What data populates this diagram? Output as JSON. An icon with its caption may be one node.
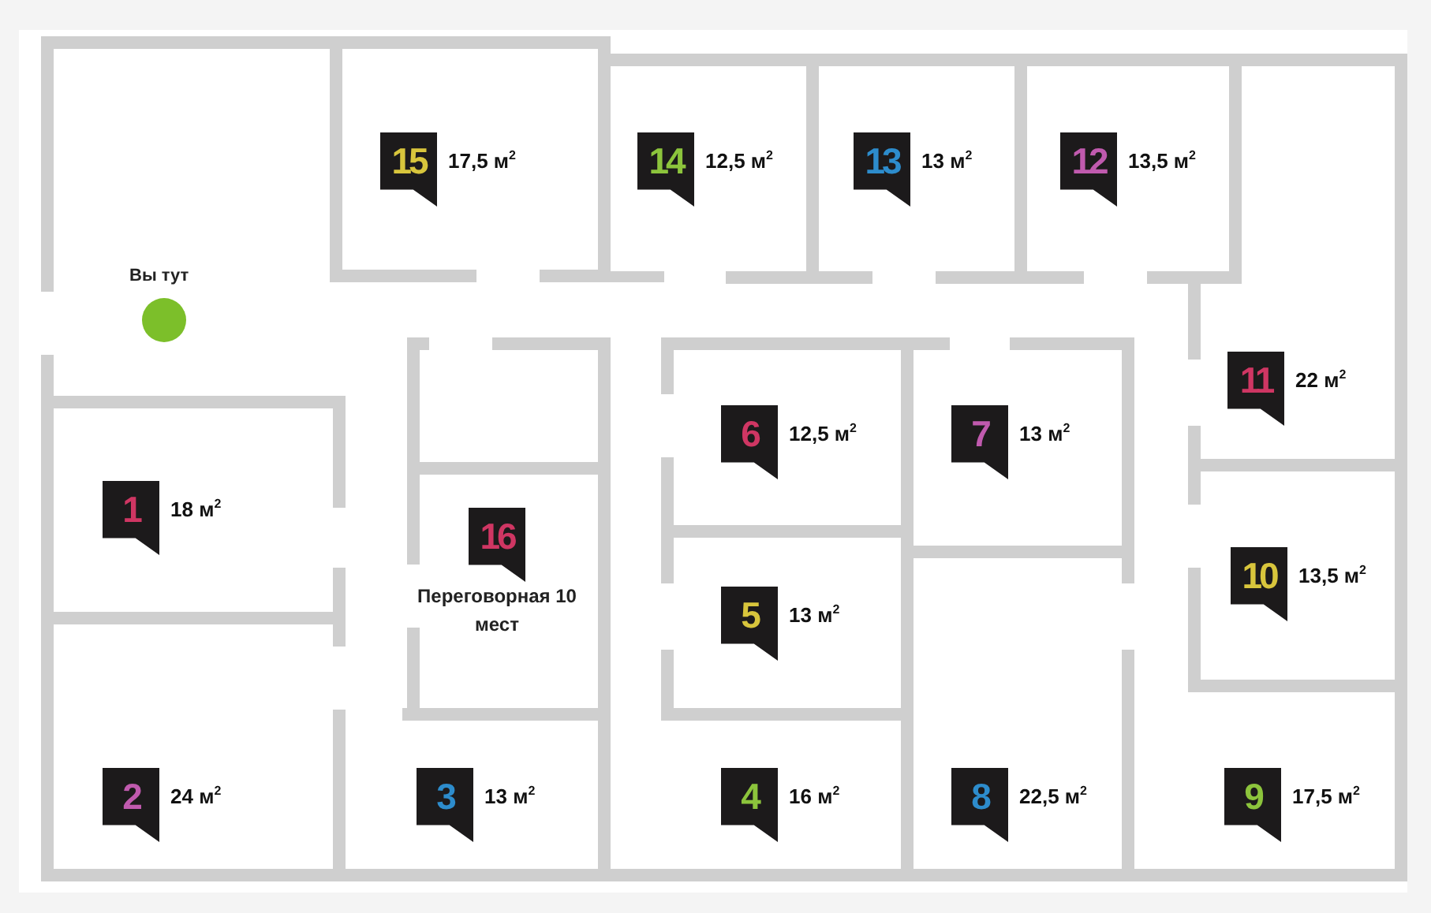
{
  "diagram": {
    "nodes": [
      {
        "text": [
          "15",
          "17,5 м$^{2}$"
        ]
      },
      {
        "text": [
          "14",
          "12,5 м$^{2}$"
        ]
      },
      {
        "text": [
          "13",
          "13 м$^{2}$"
        ]
      },
      {
        "text": [
          "12",
          "13,5 м$^{2}$"
        ]
      },
      {
        "text": [
          "11",
          "22 м$^{2}$"
        ]
      },
      {
        "text": [
          "6",
          "12,5 м$^{2}$"
        ]
      },
      {
        "text": [
          "7",
          "13 м$^{2}$"
        ]
      },
      {
        "text": [
          "1",
          "18 м$^{2}$"
        ]
      },
      {
        "text": [
          "16",
          "Переговорная 10 мест"
        ]
      },
      {
        "text": [
          "10",
          "13,5 м$^{2}$"
        ]
      },
      {
        "text": [
          "5",
          "13 м$^{2}$"
        ]
      },
      {
        "text": [
          "2",
          "24 м$^{2}$"
        ]
      },
      {
        "text": [
          "3",
          "13 м$^{2}$"
        ]
      },
      {
        "text": [
          "4",
          "16 м$^{2}$"
        ]
      },
      {
        "text": [
          "8",
          "22,5 м$^{2}$"
        ]
      },
      {
        "text": [
          "9",
          "17,5 м$^{2}$"
        ]
      }
    ],
    "labels": [
      "Вы тут"
    ]
  }
}
